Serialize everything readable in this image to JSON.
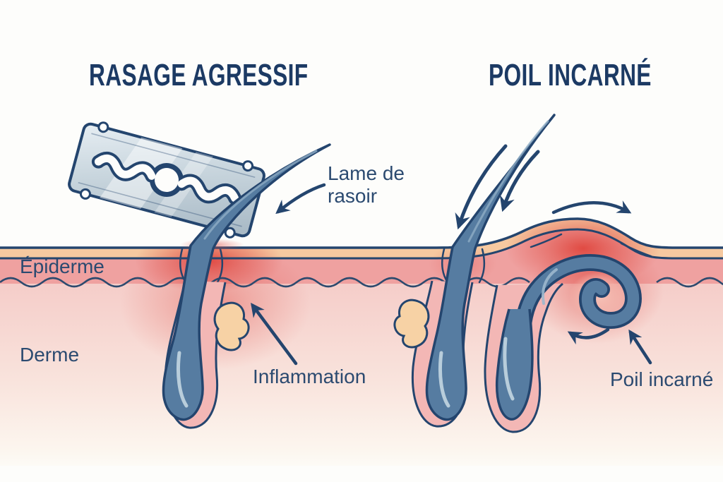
{
  "diagram": {
    "left_panel": {
      "title": "RASAGE AGRESSIF",
      "labels": {
        "razor_blade": "Lame de rasoir",
        "epidermis": "Épiderme",
        "dermis": "Derme",
        "inflammation": "Inflammation"
      }
    },
    "right_panel": {
      "title": "POIL INCARNÉ",
      "labels": {
        "ingrown_hair": "Poil incarné"
      }
    },
    "colors": {
      "outline_navy": "#24456e",
      "title_navy": "#1c3a64",
      "label_navy": "#2b4a70",
      "hair_blue": "#567ca1",
      "hair_highlight": "#b8cddb",
      "follicle_sheath_pink": "#f3b7b5",
      "sebaceous_gland_peach": "#f7d2a5",
      "epidermis_pink": "#efa1a0",
      "stratum_corneum_peach": "#f6c9a0",
      "dermis_pink": "#f5cdc9",
      "inflammation_red": "#df4a42",
      "blade_silver": "#c9d6de",
      "background": "#fdfdfb"
    }
  }
}
